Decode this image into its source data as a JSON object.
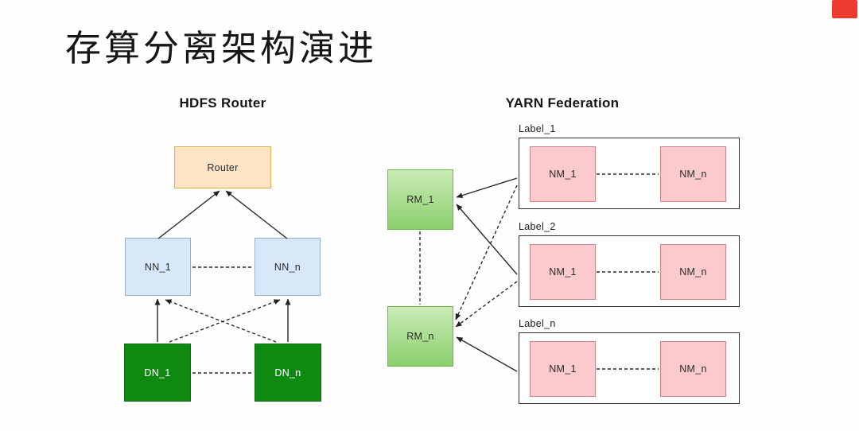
{
  "page": {
    "title": "存算分离架构演进"
  },
  "hdfs": {
    "title": "HDFS Router",
    "router": "Router",
    "nn1": "NN_1",
    "nnn": "NN_n",
    "dn1": "DN_1",
    "dnn": "DN_n"
  },
  "yarn": {
    "title": "YARN Federation",
    "rm1": "RM_1",
    "rmn": "RM_n",
    "groups": [
      {
        "label": "Label_1",
        "nm1": "NM_1",
        "nmn": "NM_n"
      },
      {
        "label": "Label_2",
        "nm1": "NM_1",
        "nmn": "NM_n"
      },
      {
        "label": "Label_n",
        "nm1": "NM_1",
        "nmn": "NM_n"
      }
    ]
  },
  "colors": {
    "router_fill": "#fbe5c5",
    "router_border": "#e5ac55",
    "nn_fill": "#d8e8f8",
    "nn_border": "#92afcb",
    "dn_fill": "#0f8a10",
    "dn_border": "#0b6e0c",
    "rm_fill_top": "#c9ebb5",
    "rm_fill_bottom": "#8cd06e",
    "rm_border": "#6cb84c",
    "nm_fill": "#facacd",
    "nm_border": "#ce8389",
    "group_border": "#2f2f2f",
    "arrow": "#2a2a2a",
    "corner_badge": "#ed3b2f"
  }
}
